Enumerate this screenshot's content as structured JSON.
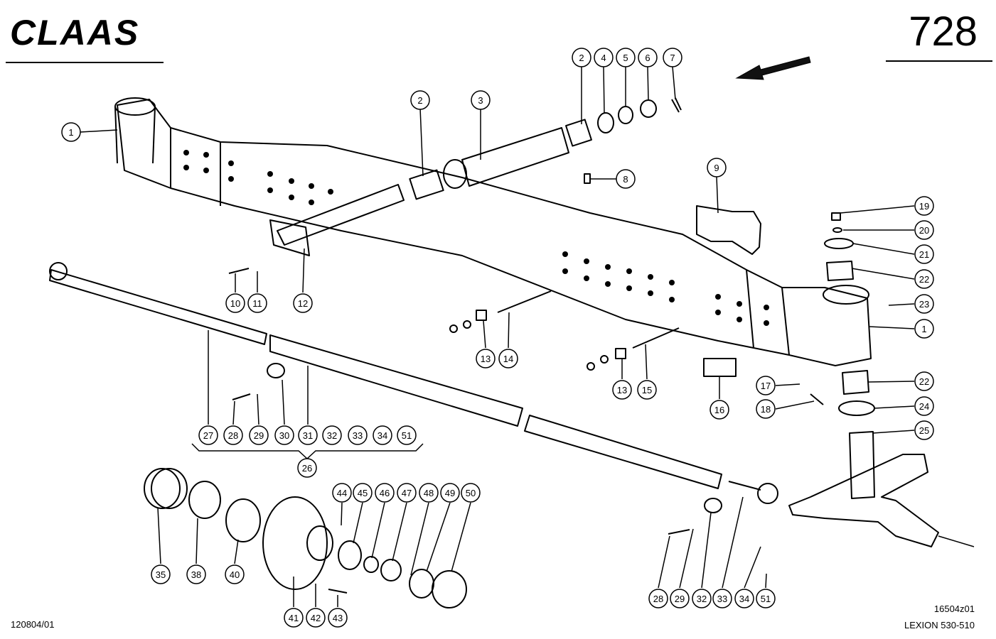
{
  "header": {
    "brand": "CLAAS",
    "page_number": "728"
  },
  "footer": {
    "drawing_number": "120804/01",
    "image_code": "16504z01",
    "model": "LEXION 530-510"
  },
  "callouts": [
    {
      "label": "1"
    },
    {
      "label": "2"
    },
    {
      "label": "3"
    },
    {
      "label": "2"
    },
    {
      "label": "4"
    },
    {
      "label": "5"
    },
    {
      "label": "6"
    },
    {
      "label": "7"
    },
    {
      "label": "8"
    },
    {
      "label": "9"
    },
    {
      "label": "19"
    },
    {
      "label": "20"
    },
    {
      "label": "21"
    },
    {
      "label": "22"
    },
    {
      "label": "23"
    },
    {
      "label": "1"
    },
    {
      "label": "10"
    },
    {
      "label": "11"
    },
    {
      "label": "12"
    },
    {
      "label": "13"
    },
    {
      "label": "14"
    },
    {
      "label": "13"
    },
    {
      "label": "15"
    },
    {
      "label": "16"
    },
    {
      "label": "17"
    },
    {
      "label": "18"
    },
    {
      "label": "22"
    },
    {
      "label": "24"
    },
    {
      "label": "25"
    },
    {
      "label": "27"
    },
    {
      "label": "28"
    },
    {
      "label": "29"
    },
    {
      "label": "30"
    },
    {
      "label": "31"
    },
    {
      "label": "32"
    },
    {
      "label": "33"
    },
    {
      "label": "34"
    },
    {
      "label": "51"
    },
    {
      "label": "26"
    },
    {
      "label": "35"
    },
    {
      "label": "38"
    },
    {
      "label": "40"
    },
    {
      "label": "44"
    },
    {
      "label": "45"
    },
    {
      "label": "46"
    },
    {
      "label": "47"
    },
    {
      "label": "48"
    },
    {
      "label": "49"
    },
    {
      "label": "50"
    },
    {
      "label": "41"
    },
    {
      "label": "42"
    },
    {
      "label": "43"
    },
    {
      "label": "28"
    },
    {
      "label": "29"
    },
    {
      "label": "32"
    },
    {
      "label": "33"
    },
    {
      "label": "34"
    },
    {
      "label": "51"
    }
  ]
}
